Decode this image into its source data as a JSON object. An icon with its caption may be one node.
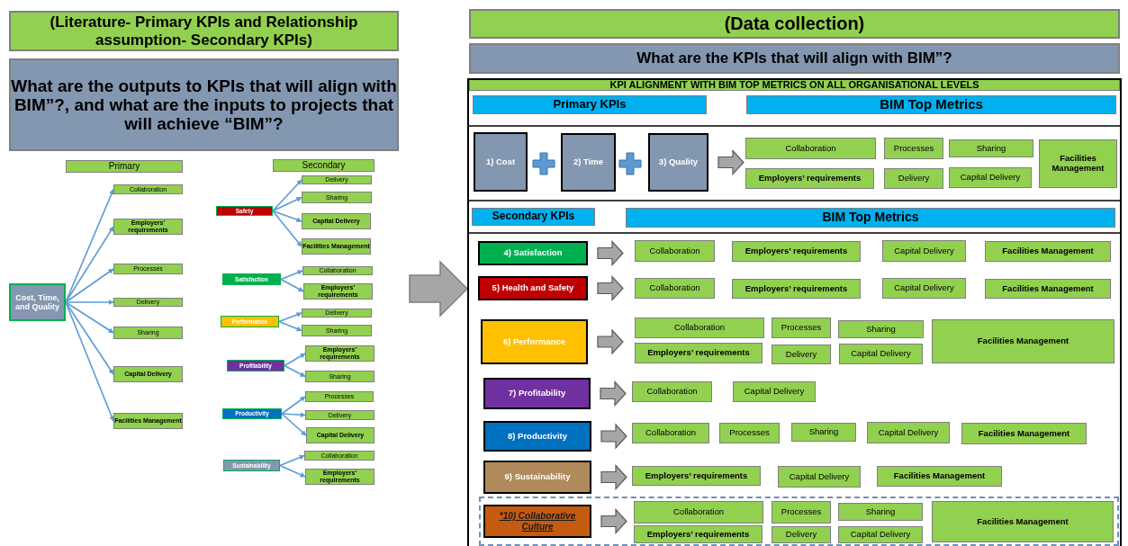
{
  "diagram": {
    "nodes": [
      {
        "text": [
          "(Literature- Primary KPIs and Relationship assumption- Secondary KPIs)"
        ]
      },
      {
        "text": [
          "What are the outputs to KPIs that will align with BIM”?, and what are the inputs to projects that will achieve “BIM”?"
        ]
      },
      {
        "text": [
          "Primary"
        ]
      },
      {
        "text": [
          "Secondary"
        ]
      },
      {
        "text": [
          "Cost, Time, and Quality"
        ]
      },
      {
        "text": [
          "Collaboration"
        ]
      },
      {
        "text": [
          "Employers’ requirements"
        ]
      },
      {
        "text": [
          "Processes"
        ]
      },
      {
        "text": [
          "Delivery"
        ]
      },
      {
        "text": [
          "Sharing"
        ]
      },
      {
        "text": [
          "Capital Delivery"
        ]
      },
      {
        "text": [
          "Facilities Management"
        ]
      },
      {
        "text": [
          "Safety"
        ]
      },
      {
        "text": [
          "Delivery"
        ]
      },
      {
        "text": [
          "Sharing"
        ]
      },
      {
        "text": [
          "Capital Delivery"
        ]
      },
      {
        "text": [
          "Facilities Management"
        ]
      },
      {
        "text": [
          "Satisfaction"
        ]
      },
      {
        "text": [
          "Collaboration"
        ]
      },
      {
        "text": [
          "Employers’ requirements"
        ]
      },
      {
        "text": [
          "Performance"
        ]
      },
      {
        "text": [
          "Delivery"
        ]
      },
      {
        "text": [
          "Sharing"
        ]
      },
      {
        "text": [
          "Profitability"
        ]
      },
      {
        "text": [
          "Employers’ requirements"
        ]
      },
      {
        "text": [
          "Sharing"
        ]
      },
      {
        "text": [
          "Productivity"
        ]
      },
      {
        "text": [
          "Processes"
        ]
      },
      {
        "text": [
          "Delivery"
        ]
      },
      {
        "text": [
          "Capital Delivery"
        ]
      },
      {
        "text": [
          "Sustainability"
        ]
      },
      {
        "text": [
          "Collaboration"
        ]
      },
      {
        "text": [
          "Employers’ requirements"
        ]
      },
      {
        "text": [
          "(Data collection)"
        ]
      },
      {
        "text": [
          "What are the KPIs that will align with BIM”?"
        ]
      },
      {
        "text": [],
        "shape": "box"
      },
      {
        "text": [
          "KPI ALIGNMENT WITH BIM TOP METRICS ON ALL ORGANISATIONAL LEVELS"
        ],
        "in": 35
      },
      {
        "text": [
          "Primary KPIs"
        ],
        "in": 35
      },
      {
        "text": [
          "BIM Top Metrics"
        ],
        "in": 35
      },
      {
        "text": [
          "1) Cost"
        ],
        "in": 35
      },
      {
        "text": [
          "2) Time"
        ],
        "in": 35
      },
      {
        "text": [
          "3) Quality"
        ],
        "in": 35
      },
      {
        "text": [
          "Collaboration"
        ],
        "in": 35
      },
      {
        "text": [
          "Processes"
        ],
        "in": 35
      },
      {
        "text": [
          "Sharing"
        ],
        "in": 35
      },
      {
        "text": [
          "Facilities Management"
        ],
        "in": 35
      },
      {
        "text": [
          "Employers’ requirements"
        ],
        "in": 35
      },
      {
        "text": [
          "Delivery"
        ],
        "in": 35
      },
      {
        "text": [
          "Capital Delivery"
        ],
        "in": 35
      },
      {
        "text": [
          "Secondary KPIs"
        ],
        "in": 35
      },
      {
        "text": [
          "BIM Top Metrics"
        ],
        "in": 35
      },
      {
        "text": [
          "4) Satisfaction"
        ],
        "in": 35
      },
      {
        "text": [
          "Collaboration"
        ],
        "in": 35
      },
      {
        "text": [
          "Employers’ requirements"
        ],
        "in": 35
      },
      {
        "text": [
          "Capital Delivery"
        ],
        "in": 35
      },
      {
        "text": [
          "Facilities Management"
        ],
        "in": 35
      },
      {
        "text": [
          "5) Health and Safety"
        ],
        "in": 35
      },
      {
        "text": [
          "Collaboration"
        ],
        "in": 35
      },
      {
        "text": [
          "Employers’ requirements"
        ],
        "in": 35
      },
      {
        "text": [
          "Capital Delivery"
        ],
        "in": 35
      },
      {
        "text": [
          "Facilities Management"
        ],
        "in": 35
      },
      {
        "text": [
          "6) Performance"
        ],
        "in": 35
      },
      {
        "text": [
          "Collaboration"
        ],
        "in": 35
      },
      {
        "text": [
          "Processes"
        ],
        "in": 35
      },
      {
        "text": [
          "Sharing"
        ],
        "in": 35
      },
      {
        "text": [
          "Facilities Management"
        ],
        "in": 35
      },
      {
        "text": [
          "Employers’ requirements"
        ],
        "in": 35
      },
      {
        "text": [
          "Delivery"
        ],
        "in": 35
      },
      {
        "text": [
          "Capital Delivery"
        ],
        "in": 35
      },
      {
        "text": [
          "7) Profitability"
        ],
        "in": 35
      },
      {
        "text": [
          "Collaboration"
        ],
        "in": 35
      },
      {
        "text": [
          "Capital Delivery"
        ],
        "in": 35
      },
      {
        "text": [
          "8) Productivity"
        ],
        "in": 35
      },
      {
        "text": [
          "Collaboration"
        ],
        "in": 35
      },
      {
        "text": [
          "Processes"
        ],
        "in": 35
      },
      {
        "text": [
          "Sharing"
        ],
        "in": 35
      },
      {
        "text": [
          "Capital Delivery"
        ],
        "in": 35
      },
      {
        "text": [
          "Facilities Management"
        ],
        "in": 35
      },
      {
        "text": [
          "9) Sustainability"
        ],
        "in": 35
      },
      {
        "text": [
          "Employers’ requirements"
        ],
        "in": 35
      },
      {
        "text": [
          "Capital Delivery"
        ],
        "in": 35
      },
      {
        "text": [
          "Facilities Management"
        ],
        "in": 35
      },
      {
        "text": [],
        "shape": "box",
        "in": 35
      },
      {
        "text": [
          "*10) Collaborative Culture"
        ],
        "in": 82
      },
      {
        "text": [
          "Collaboration"
        ],
        "in": 82
      },
      {
        "text": [
          "Processes"
        ],
        "in": 82
      },
      {
        "text": [
          "Sharing"
        ],
        "in": 82
      },
      {
        "text": [
          "Facilities Management"
        ],
        "in": 82
      },
      {
        "text": [
          "Employers’ requirements"
        ],
        "in": 82
      },
      {
        "text": [
          "Delivery"
        ],
        "in": 82
      },
      {
        "text": [
          "Capital Delivery"
        ],
        "in": 82
      }
    ],
    "edges": [
      {
        "from": 4,
        "to": 5,
        "arrow": "to"
      },
      {
        "from": 4,
        "to": 6,
        "arrow": "to"
      },
      {
        "from": 4,
        "to": 7,
        "arrow": "to"
      },
      {
        "from": 4,
        "to": 8,
        "arrow": "to"
      },
      {
        "from": 4,
        "to": 9,
        "arrow": "to"
      },
      {
        "from": 4,
        "to": 10,
        "arrow": "to"
      },
      {
        "from": 4,
        "to": 11,
        "arrow": "to"
      },
      {
        "from": 12,
        "to": 13,
        "arrow": "to"
      },
      {
        "from": 12,
        "to": 14,
        "arrow": "to"
      },
      {
        "from": 12,
        "to": 15,
        "arrow": "to"
      },
      {
        "from": 12,
        "to": 16,
        "arrow": "to"
      },
      {
        "from": 17,
        "to": 18,
        "arrow": "to"
      },
      {
        "from": 17,
        "to": 19,
        "arrow": "to"
      },
      {
        "from": 20,
        "to": 21,
        "arrow": "to"
      },
      {
        "from": 20,
        "to": 22,
        "arrow": "to"
      },
      {
        "from": 23,
        "to": 24,
        "arrow": "to"
      },
      {
        "from": 23,
        "to": 25,
        "arrow": "to"
      },
      {
        "from": 26,
        "to": 27,
        "arrow": "to"
      },
      {
        "from": 26,
        "to": 28,
        "arrow": "to"
      },
      {
        "from": 26,
        "to": 29,
        "arrow": "to"
      },
      {
        "from": 30,
        "to": 31,
        "arrow": "to"
      },
      {
        "from": 30,
        "to": 32,
        "arrow": "to"
      },
      {
        "from": null,
        "to": 35,
        "arrow": "to"
      },
      {
        "from": 41,
        "to": null,
        "arrow": "to"
      },
      {
        "from": 51,
        "to": null,
        "arrow": "to"
      },
      {
        "from": 56,
        "to": null,
        "arrow": "to"
      },
      {
        "from": 61,
        "to": null,
        "arrow": "to"
      },
      {
        "from": 69,
        "to": null,
        "arrow": "to"
      },
      {
        "from": 72,
        "to": null,
        "arrow": "to"
      },
      {
        "from": 78,
        "to": null,
        "arrow": "to"
      },
      {
        "from": 83,
        "to": null,
        "arrow": "to"
      }
    ]
  }
}
